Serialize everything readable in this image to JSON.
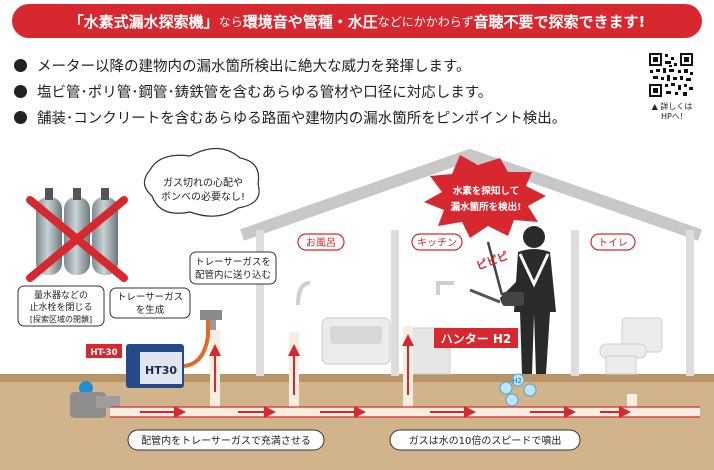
{
  "banner": {
    "product": "「水素式漏水探索機」",
    "mid1": "なら",
    "env": "環境音や管種・水圧",
    "mid2": "などにかかわらず",
    "end": "音聴不要で探索できます!"
  },
  "bullets": [
    "メーター以降の建物内の漏水箇所検出に絶大な威力を発揮します。",
    "塩ビ管･ポリ管･鋼管･鋳鉄管を含むあらゆる管材や口径に対応します。",
    "舗装･コンクリートを含むあらゆる路面や建物内の漏水箇所をピンポイント検出。"
  ],
  "qr": {
    "caption_line1": "▲ 詳しくは",
    "caption_line2": "HPへ!"
  },
  "diagram": {
    "gas_cloud_line1": "ガス切れの心配や",
    "gas_cloud_line2": "ボンベの必要なし!",
    "burst_line1": "水素を探知して",
    "burst_line2": "漏水箇所を検出!",
    "room_bath": "お風呂",
    "room_kitchen": "キッチン",
    "room_toilet": "トイレ",
    "tracer_inject_line1": "トレーサーガスを",
    "tracer_inject_line2": "配管内に送り込む",
    "tracer_gen_line1": "トレーサーガス",
    "tracer_gen_line2": "を生成",
    "meter_line1": "量水器などの",
    "meter_line2": "止水栓を閉じる",
    "meter_line3": "[探索区域の閉鎖]",
    "ht30_tag": "HT-30",
    "ht30_body": "HT30",
    "hunter_label": "ハンター H2",
    "pipi": "ピピピ",
    "h2": "H2",
    "bottom_fill": "配管内をトレーサーガスで充満させる",
    "bottom_speed": "ガスは水の10倍のスピードで噴出"
  },
  "colors": {
    "red": "#d7282f",
    "brown": "#c9a77a",
    "gray": "#9a9a9a"
  }
}
